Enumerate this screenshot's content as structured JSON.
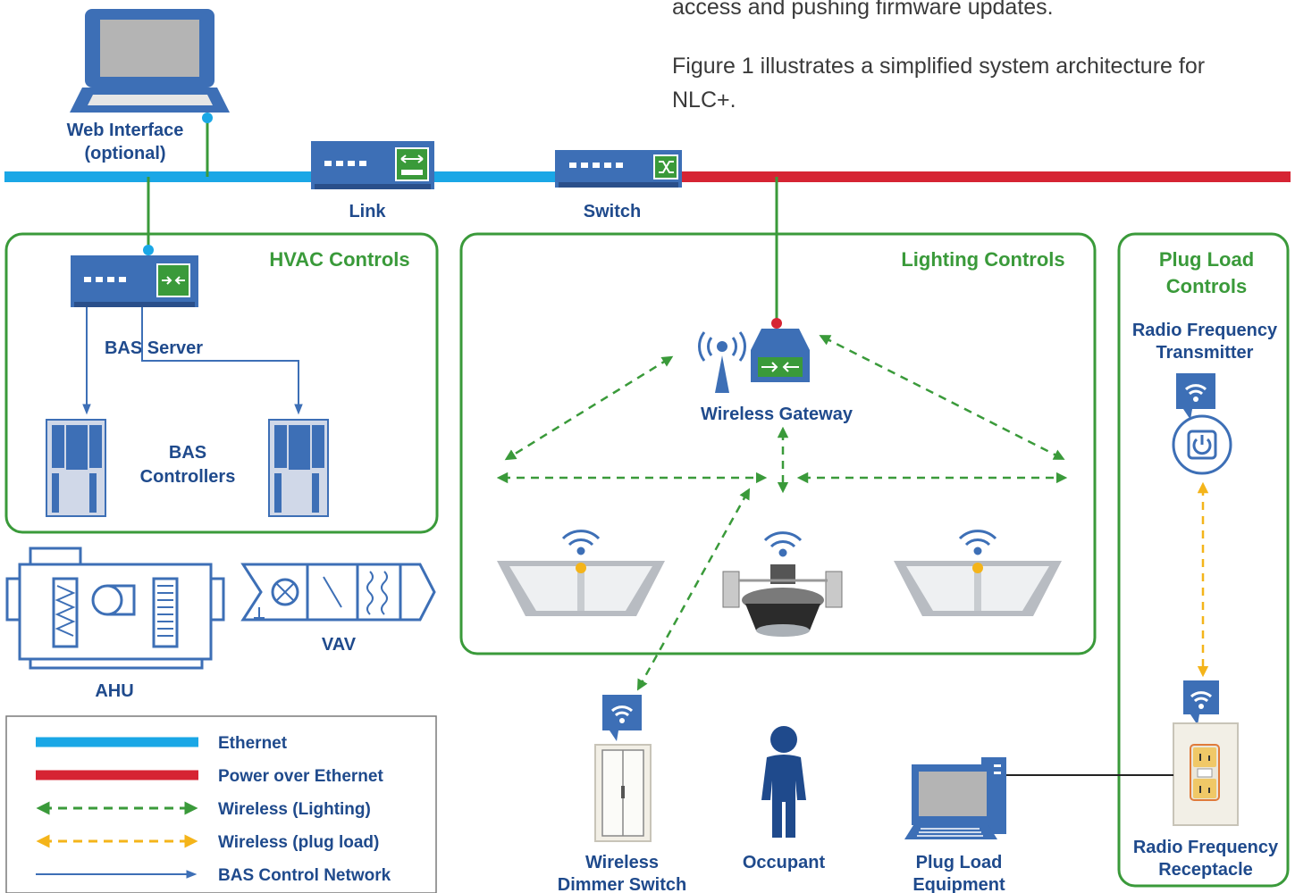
{
  "text": {
    "para1": "access and pushing firmware updates.",
    "para2_line1": "Figure 1 illustrates a simplified system architecture for",
    "para2_line2": "NLC+."
  },
  "labels": {
    "web_interface_line1": "Web Interface",
    "web_interface_line2": "(optional)",
    "link": "Link",
    "switch": "Switch",
    "hvac_controls": "HVAC Controls",
    "bas_server": "BAS Server",
    "bas_controllers_line1": "BAS",
    "bas_controllers_line2": "Controllers",
    "lighting_controls": "Lighting Controls",
    "wireless_gateway": "Wireless Gateway",
    "plug_load_controls_line1": "Plug Load",
    "plug_load_controls_line2": "Controls",
    "rf_transmitter_line1": "Radio Frequency",
    "rf_transmitter_line2": "Transmitter",
    "rf_receptacle_line1": "Radio Frequency",
    "rf_receptacle_line2": "Receptacle",
    "ahu": "AHU",
    "vav": "VAV",
    "wireless_dimmer_line1": "Wireless",
    "wireless_dimmer_line2": "Dimmer Switch",
    "occupant": "Occupant",
    "plug_load_equipment_line1": "Plug Load",
    "plug_load_equipment_line2": "Equipment"
  },
  "legend": {
    "ethernet": "Ethernet",
    "poe": "Power over Ethernet",
    "wireless_lighting": "Wireless (Lighting)",
    "wireless_plug": "Wireless (plug load)",
    "bas_network": "BAS Control Network"
  },
  "colors": {
    "ethernet": "#1aa7e6",
    "poe": "#d62433",
    "wireless_lighting": "#3a9a3a",
    "wireless_plug": "#f4b41a",
    "bas_network": "#3d6fb6",
    "navy": "#1f4a8c"
  }
}
